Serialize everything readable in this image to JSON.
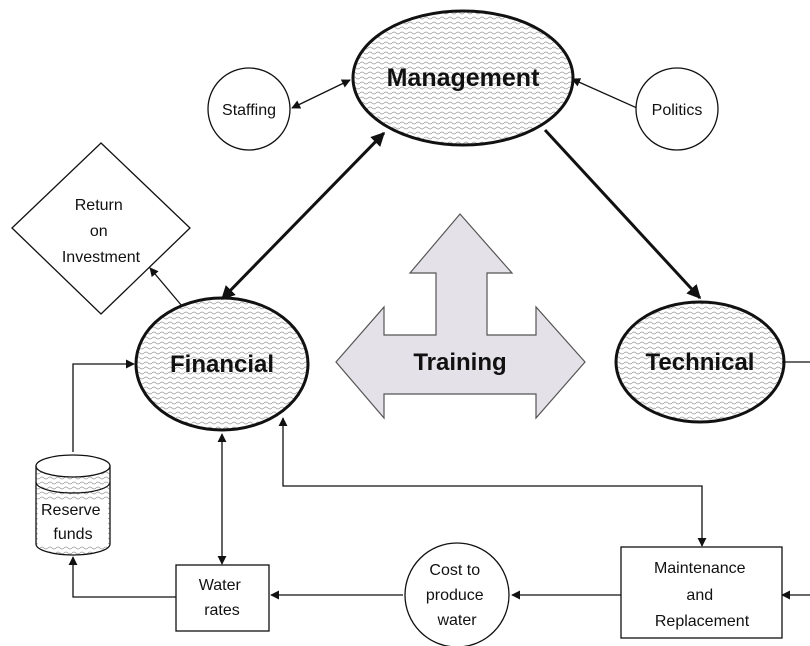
{
  "nodes": {
    "management": "Management",
    "financial": "Financial",
    "technical": "Technical",
    "training": "Training",
    "staffing": "Staffing",
    "politics": "Politics",
    "roi": [
      "Return",
      "on",
      "Investment"
    ],
    "reserve": [
      "Reserve",
      "funds"
    ],
    "water_rates": [
      "Water",
      "rates"
    ],
    "cost_to_produce": [
      "Cost to",
      "produce",
      "water"
    ],
    "maintenance": [
      "Maintenance",
      "and",
      "Replacement"
    ]
  }
}
